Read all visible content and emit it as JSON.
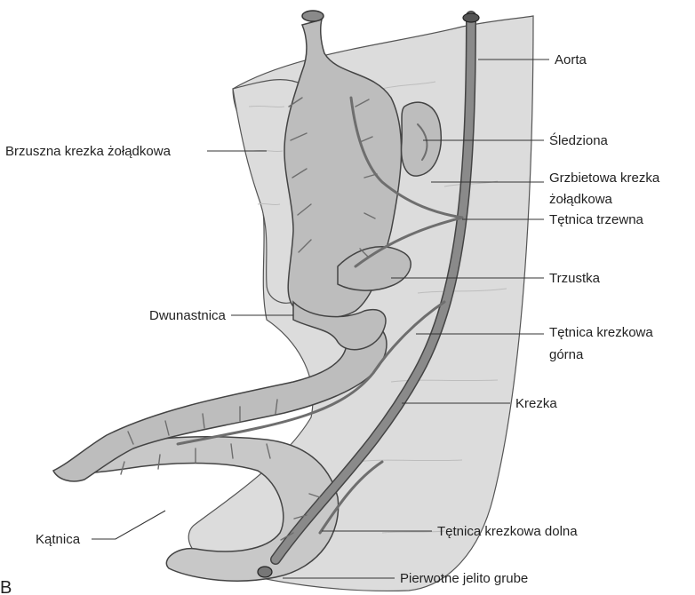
{
  "labels": {
    "aorta": "Aorta",
    "spleen": "Śledziona",
    "dorsal_mesogastrium_1": "Grzbietowa krezka",
    "dorsal_mesogastrium_2": "żołądkowa",
    "celiac_artery": "Tętnica trzewna",
    "pancreas": "Trzustka",
    "sma_1": "Tętnica krezkowa",
    "sma_2": "górna",
    "mesentery": "Krezka",
    "ima": "Tętnica krezkowa dolna",
    "primitive_colon": "Pierwotne jelito grube",
    "ventral_mesogastrium": "Brzuszna krezka żołądkowa",
    "duodenum": "Dwunastnica",
    "cecum": "Kątnica"
  },
  "panel_letter": "B"
}
